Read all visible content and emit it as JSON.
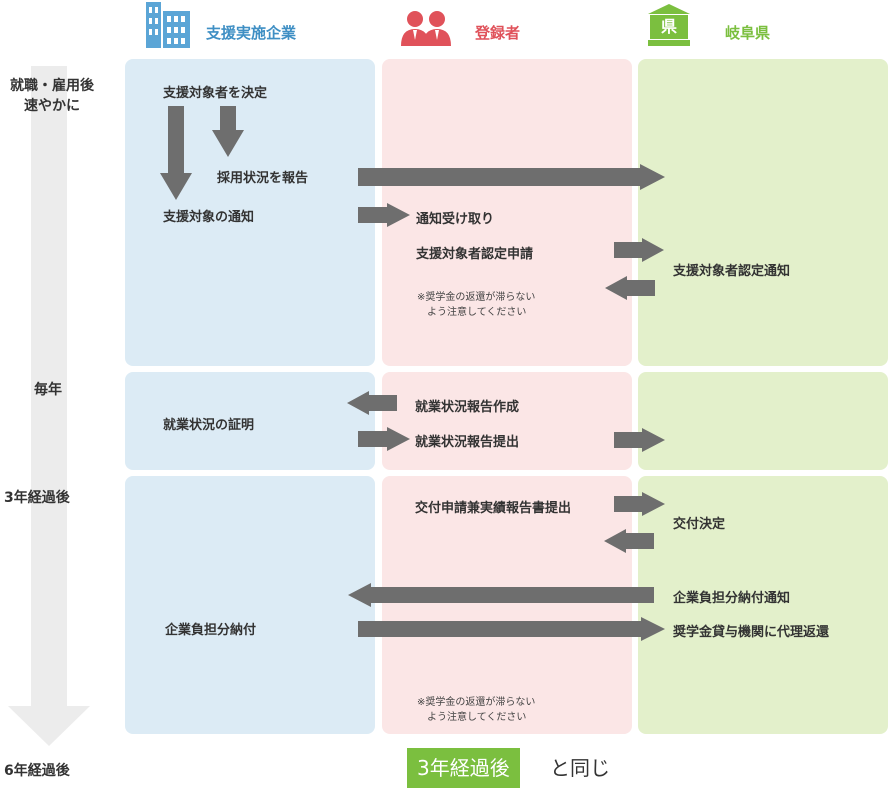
{
  "columns": {
    "company": {
      "label": "支援実施企業",
      "color": "#3f8fc4"
    },
    "registrant": {
      "label": "登録者",
      "color": "#e0525a"
    },
    "prefecture": {
      "label": "岐阜県",
      "color": "#7bbf3f",
      "icon_char": "県"
    }
  },
  "timeline": {
    "t1_line1": "就職・雇用後",
    "t1_line2": "速やかに",
    "t2": "毎年",
    "t3": "3年経過後",
    "t4": "6年経過後"
  },
  "phase1": {
    "company_decide": "支援対象者を決定",
    "company_report_hiring": "採用状況を報告",
    "company_notify": "支援対象の通知",
    "reg_receive": "通知受け取り",
    "reg_apply": "支援対象者認定申請",
    "reg_note": "※奨学金の返還が滞らない\n　よう注意してください",
    "pref_notify": "支援対象者認定通知"
  },
  "phase2": {
    "company_certify": "就業状況の証明",
    "reg_create": "就業状況報告作成",
    "reg_submit": "就業状況報告提出"
  },
  "phase3": {
    "reg_submit": "交付申請兼実績報告書提出",
    "pref_decide": "交付決定",
    "pref_notify_burden": "企業負担分納付通知",
    "company_pay": "企業負担分納付",
    "pref_repay": "奨学金貸与機関に代理返還",
    "reg_note": "※奨学金の返還が滞らない\n　よう注意してください"
  },
  "footer": {
    "badge": "3年経過後",
    "after_badge": "と同じ"
  },
  "colors": {
    "arrow": "#6e6e6e",
    "timeline": "#ececec"
  }
}
